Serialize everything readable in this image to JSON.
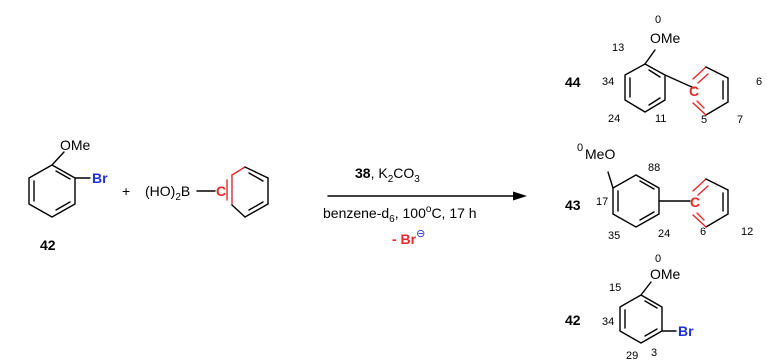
{
  "colors": {
    "bromine": "#1f2fd6",
    "carbene_carbon": "#e8282b",
    "ink": "#000000"
  },
  "reactant": {
    "label": "42",
    "substituent": "OMe",
    "halogen": "Br"
  },
  "plus": "+",
  "boronic": {
    "group_main": "(HO)",
    "group_sub": "2",
    "group_end": "B",
    "carbon": "C"
  },
  "conditions": {
    "reagent_bold": "38",
    "reagent_rest": ", K",
    "k_sub": "2",
    "co": "CO",
    "co_sub": "3",
    "solvent_main": "benzene-d",
    "solvent_sub": "6",
    "solvent_temp": ",  100",
    "deg_sup": "o",
    "solvent_end": "C, 17 h",
    "loss_text": "- Br",
    "loss_charge": "⊖"
  },
  "products": [
    {
      "label": "44",
      "substituent": "OMe",
      "carbon": "C",
      "numbers": {
        "ome": "0",
        "p13": "13",
        "p34": "34",
        "p24": "24",
        "p11": "11",
        "p5": "5",
        "p7": "7",
        "p6": "6"
      }
    },
    {
      "label": "43",
      "substituent": "MeO",
      "carbon": "C",
      "numbers": {
        "ome": "0",
        "p88": "88",
        "p17": "17",
        "p35": "35",
        "p24": "24",
        "p6": "6",
        "p12": "12"
      }
    },
    {
      "label": "42",
      "substituent": "OMe",
      "halogen": "Br",
      "numbers": {
        "ome": "0",
        "p15": "15",
        "p34": "34",
        "p29": "29",
        "p3": "3"
      }
    }
  ]
}
